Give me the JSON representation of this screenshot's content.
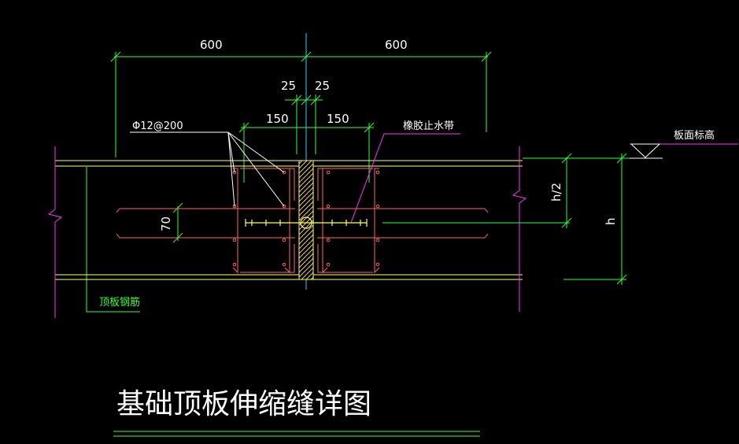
{
  "drawing": {
    "title": "基础顶板伸缩缝详图",
    "dimensions": {
      "left_span": "600",
      "right_span": "600",
      "gap_left": "25",
      "gap_right": "25",
      "bar_left": "150",
      "bar_right": "150",
      "depth": "70",
      "half_height": "h/2",
      "height": "h"
    },
    "labels": {
      "rebar_spec": "Φ12@200",
      "waterstop": "橡胶止水带",
      "slab_top_elevation": "板面标高",
      "slab_rebar": "顶板钢筋"
    },
    "colors": {
      "slab": "#ffff66",
      "dimension": "#33ff33",
      "rebar": "#ff6666",
      "leader": "#ff33ff",
      "center_line": "#33ccff",
      "annotation": "#ffffff"
    }
  }
}
